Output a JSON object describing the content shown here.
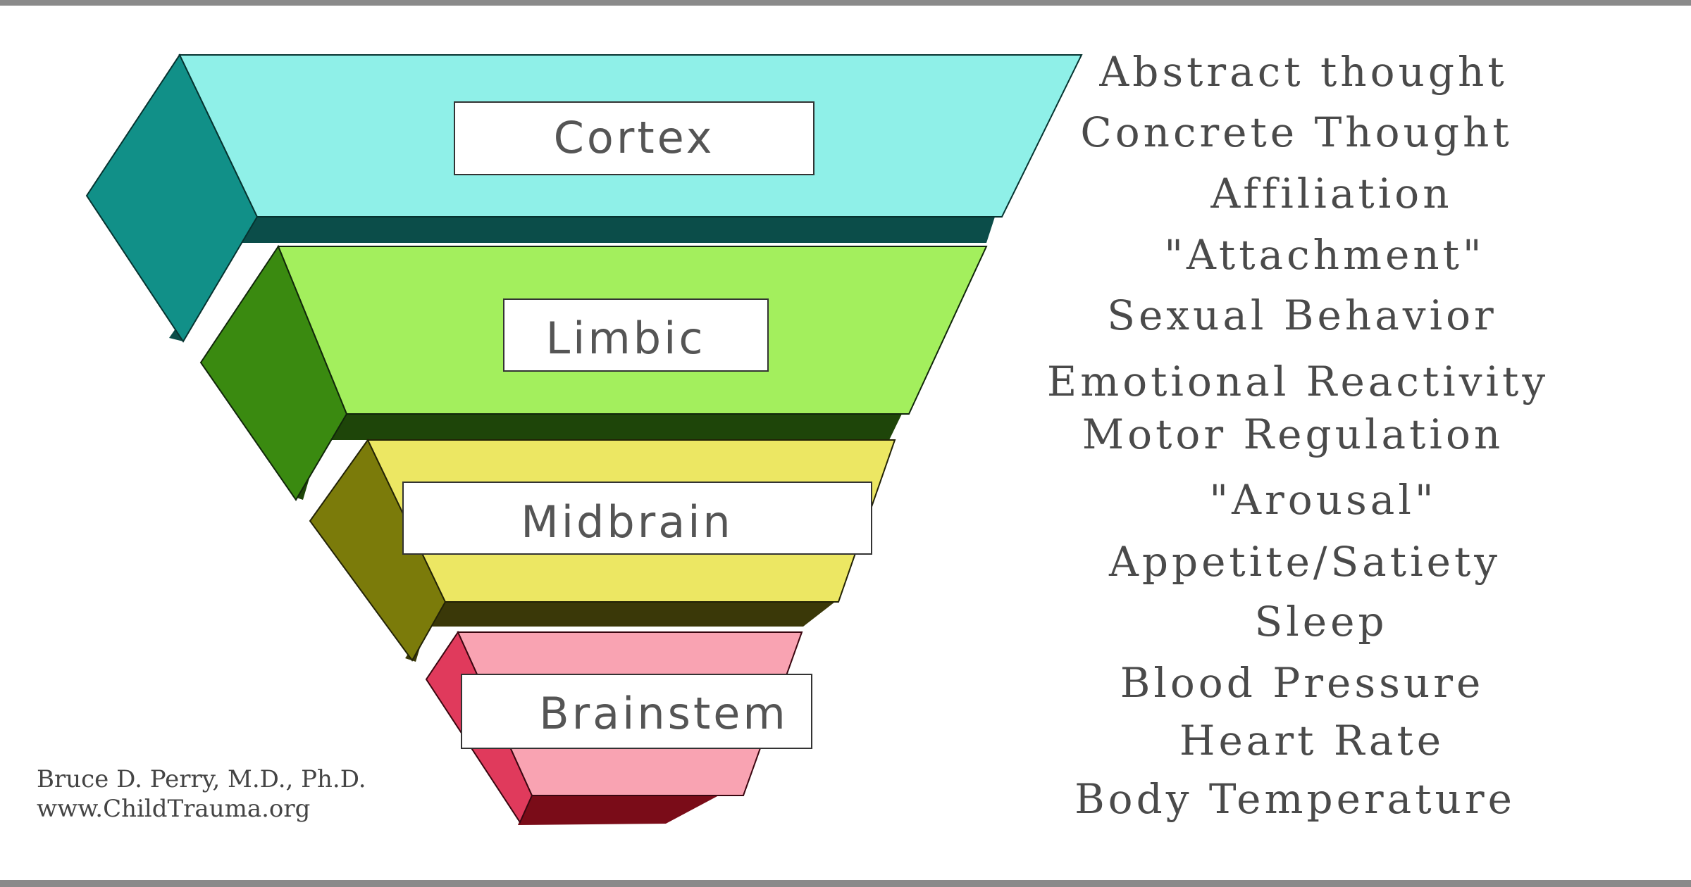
{
  "layers": [
    {
      "name": "cortex",
      "label": "Cortex",
      "front": "#8ff0e8",
      "side": "#119088",
      "under": "#0b4d49"
    },
    {
      "name": "limbic",
      "label": "Limbic",
      "front": "#a3ef5d",
      "side": "#3a8a10",
      "under": "#1e4509"
    },
    {
      "name": "midbrain",
      "label": "Midbrain",
      "front": "#ece763",
      "side": "#7b7b0a",
      "under": "#3a3808"
    },
    {
      "name": "brainstem",
      "label": "Brainstem",
      "front": "#f9a3b2",
      "side": "#e03a5c",
      "under": "#7a0c18"
    }
  ],
  "functions": [
    "Abstract thought",
    "Concrete Thought",
    "Affiliation",
    "\"Attachment\"",
    "Sexual Behavior",
    "Emotional Reactivity",
    "Motor Regulation",
    "\"Arousal\"",
    "Appetite/Satiety",
    "Sleep",
    "Blood Pressure",
    "Heart Rate",
    "Body Temperature"
  ],
  "credit": {
    "line1": "Bruce D. Perry, M.D., Ph.D.",
    "line2": "www.ChildTrauma.org"
  }
}
